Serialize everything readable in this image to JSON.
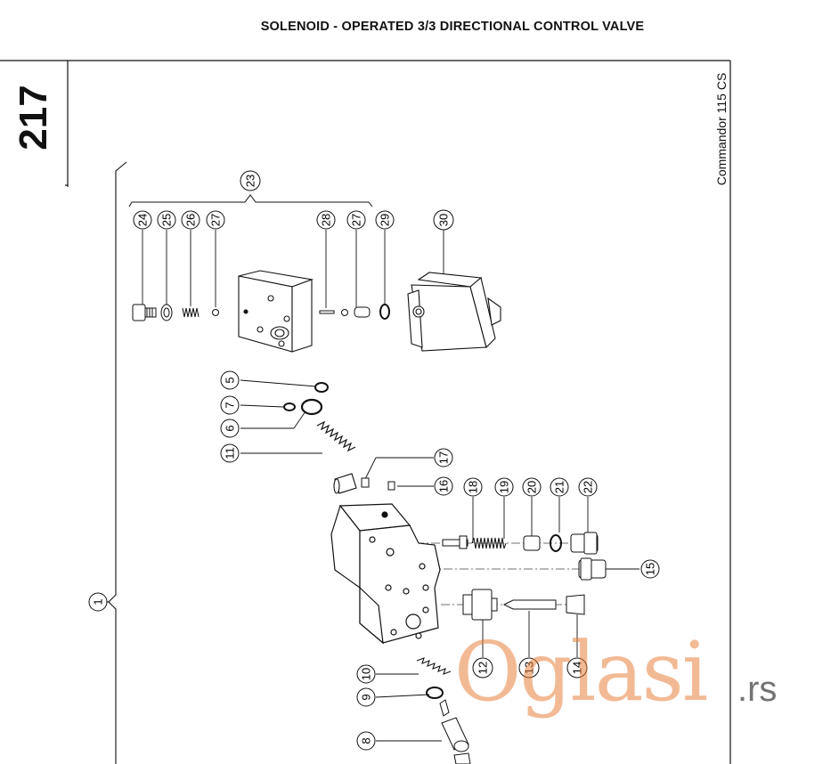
{
  "title": "SOLENOID - OPERATED 3/3 DIRECTIONAL CONTROL VALVE",
  "page_number": "217",
  "model": "Commandor 115 CS",
  "callouts": [
    "1",
    "5",
    "6",
    "7",
    "8",
    "9",
    "10",
    "11",
    "12",
    "13",
    "14",
    "15",
    "16",
    "17",
    "18",
    "19",
    "20",
    "21",
    "22",
    "23",
    "24",
    "25",
    "26",
    "27",
    "27",
    "28",
    "29",
    "30"
  ],
  "watermark": {
    "text": "Oglasi",
    "suffix": ".rs"
  }
}
